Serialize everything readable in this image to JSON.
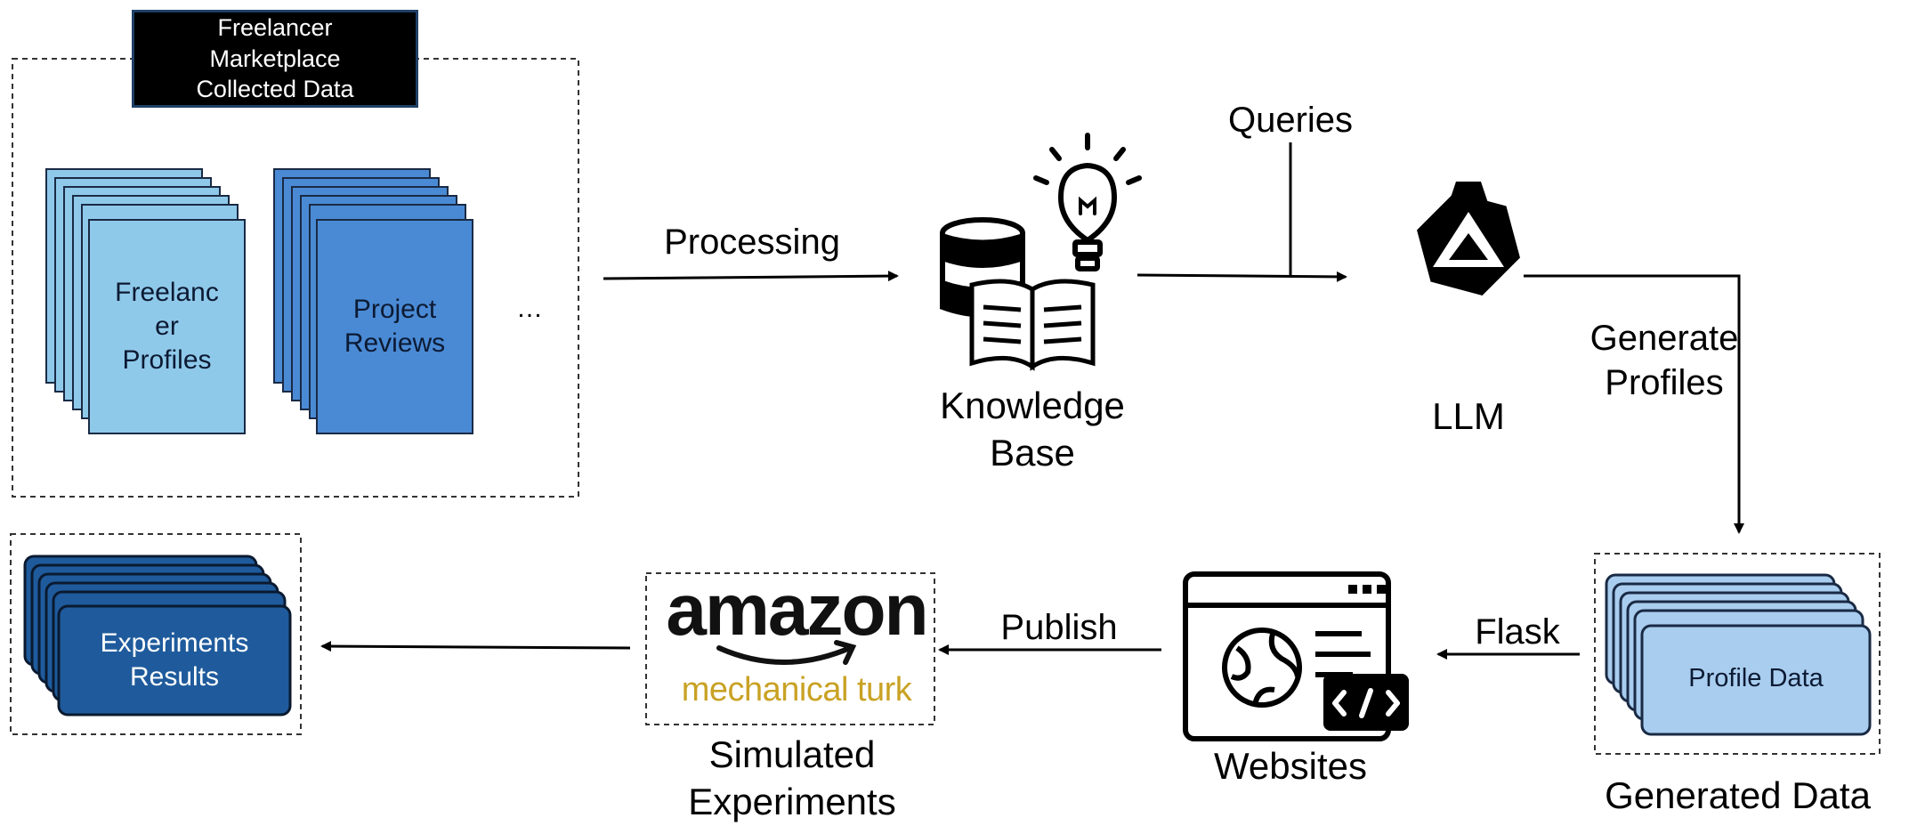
{
  "collected": {
    "title_lines": [
      "Freelancer",
      "Marketplace",
      "Collected Data"
    ],
    "freelancer_profiles": [
      "Freelanc",
      "er",
      "Profiles"
    ],
    "project_reviews": [
      "Project",
      "Reviews"
    ],
    "ellipsis": "…"
  },
  "steps": {
    "processing": "Processing",
    "queries": "Queries",
    "generate_profiles": [
      "Generate",
      "Profiles"
    ],
    "flask": "Flask",
    "publish": "Publish"
  },
  "nodes": {
    "knowledge_base": [
      "Knowledge",
      "Base"
    ],
    "llm": "LLM",
    "websites": "Websites",
    "generated_data": "Generated Data",
    "profile_data": "Profile Data",
    "simulated_experiments": [
      "Simulated",
      "Experiments"
    ],
    "experiments_results": [
      "Experiments",
      "Results"
    ]
  },
  "mturk_logo": {
    "wordmark": "amazon",
    "subtitle": "mechanical turk"
  },
  "colors": {
    "light_blue": "#8fc9ea",
    "mid_blue": "#4a8ad4",
    "dark_blue": "#1f5b9c",
    "pale_blue": "#a9cdef",
    "mturk_gold": "#c9a224"
  }
}
